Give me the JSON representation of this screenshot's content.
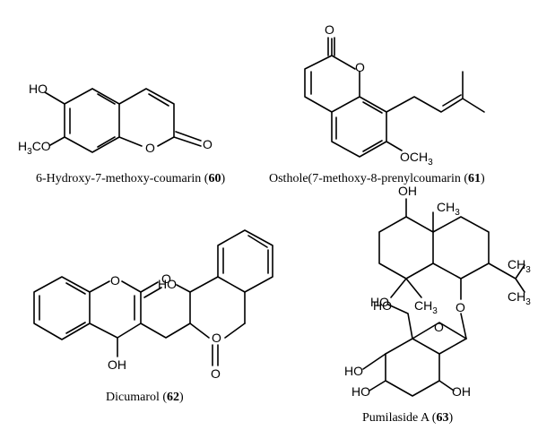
{
  "compounds": [
    {
      "name": "6-Hydroxy-7-methoxy-coumarin (",
      "number": "60",
      "close": ")",
      "atoms": {
        "oh": "HO",
        "o_ring": "O",
        "o_carbonyl": "O",
        "h3co_main": "H",
        "h3co_sub": "3",
        "h3co_tail": "CO"
      }
    },
    {
      "name": "Osthole(7-methoxy-8-prenylcoumarin (",
      "number": "61",
      "close": ")",
      "atoms": {
        "o_carbonyl": "O",
        "o_ring": "O",
        "och3_main": "OCH",
        "och3_sub": "3"
      }
    },
    {
      "name": "Dicumarol (",
      "number": "62",
      "close": ")",
      "atoms": {
        "o_ring_left": "O",
        "o_carbonyl_left": "O",
        "ho_top": "HO",
        "oh_bottom": "OH",
        "o_ring_right": "O",
        "o_carbonyl_right": "O"
      }
    },
    {
      "name": "Pumilaside A (",
      "number": "63",
      "close": ")",
      "atoms": {
        "oh_top": "OH",
        "ch3_top": "CH",
        "ch3_top_sub": "3",
        "ho_mid": "HO",
        "ch3_mid": "CH",
        "ch3_mid_sub": "3",
        "ch3_iso": "CH",
        "ch3_iso_sub": "3",
        "ch3_iso2": "CH",
        "ch3_iso2_sub": "3",
        "o_glyc": "O",
        "ho_ch2": "HO",
        "o_sugar": "O",
        "ho_1": "HO",
        "ho_2": "HO",
        "oh_3": "OH"
      }
    }
  ]
}
